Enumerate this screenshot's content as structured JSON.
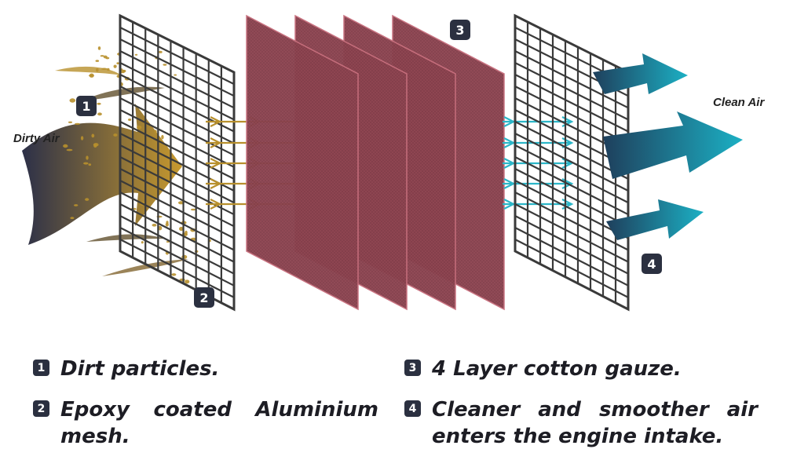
{
  "labels": {
    "dirty_air": "Dirty Air",
    "clean_air": "Clean Air"
  },
  "badges": [
    "1",
    "2",
    "3",
    "4"
  ],
  "legend": [
    {
      "num": "1",
      "text": "Dirt particles."
    },
    {
      "num": "2",
      "text": "Epoxy coated Aluminium mesh."
    },
    {
      "num": "3",
      "text": "4 Layer cotton gauze."
    },
    {
      "num": "4",
      "text": "Cleaner and smoother air enters the engine intake."
    }
  ],
  "colors": {
    "badge_bg": "#2b3040",
    "dirty_air_start": "#2c3048",
    "dirty_air_end": "#c89a2e",
    "gauze_fill": "#8f4652",
    "gauze_edge": "#c8707e",
    "mesh_line": "#3a3a3a",
    "dirt_arrow": "#b8902c",
    "clean_arrow": "#2bb6c8",
    "clean_air_start": "#1e3f5c",
    "clean_air_end": "#1cb0c4"
  }
}
